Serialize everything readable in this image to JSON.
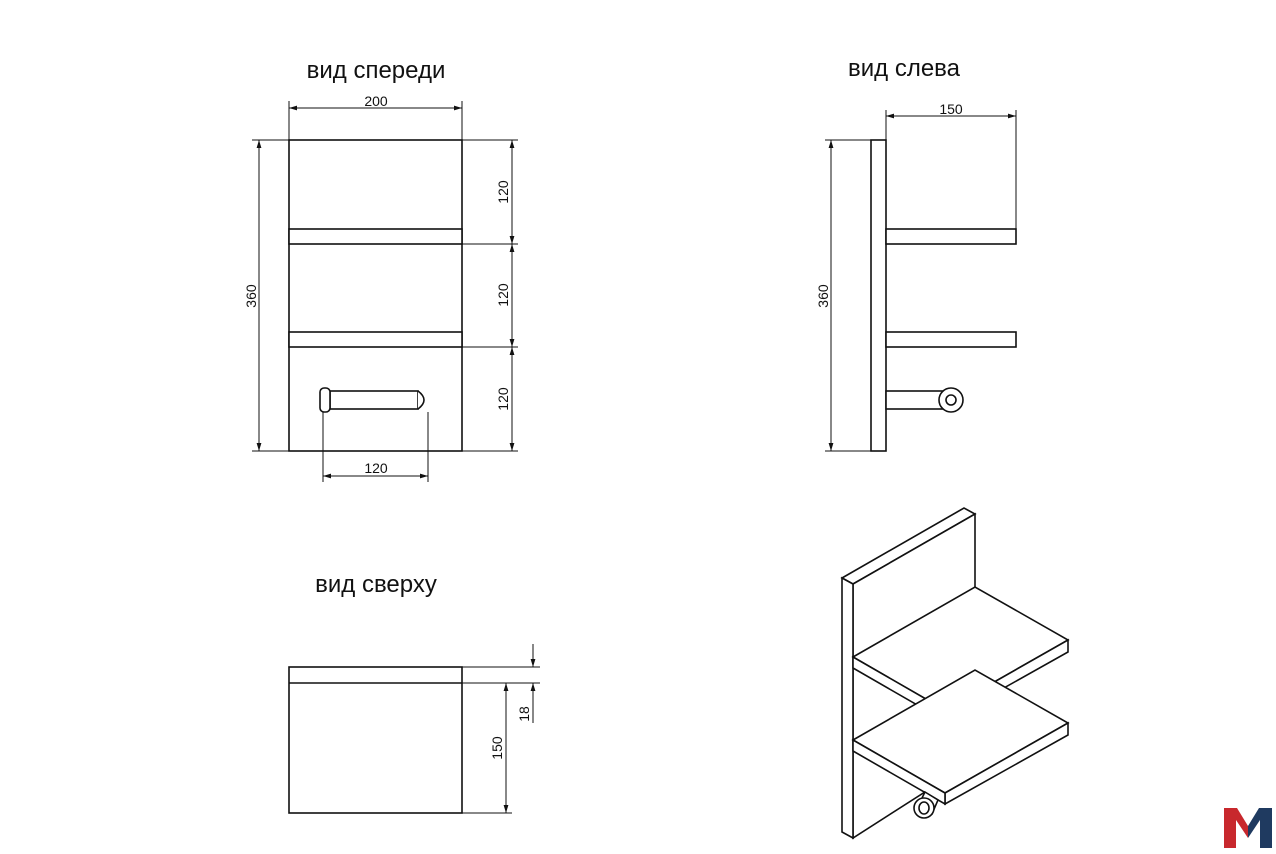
{
  "views": {
    "front": {
      "title": "вид спереди",
      "width_dim": "200",
      "height_dim": "360",
      "section_dims": [
        "120",
        "120",
        "120"
      ],
      "rod_dim": "120"
    },
    "left": {
      "title": "вид слева",
      "depth_dim": "150",
      "height_dim": "360"
    },
    "top": {
      "title": "вид сверху",
      "thickness_dim": "18",
      "depth_dim": "150"
    }
  },
  "logo": {
    "letter": "M",
    "colors": {
      "red": "#c8282d",
      "navy": "#1f3a60"
    }
  }
}
